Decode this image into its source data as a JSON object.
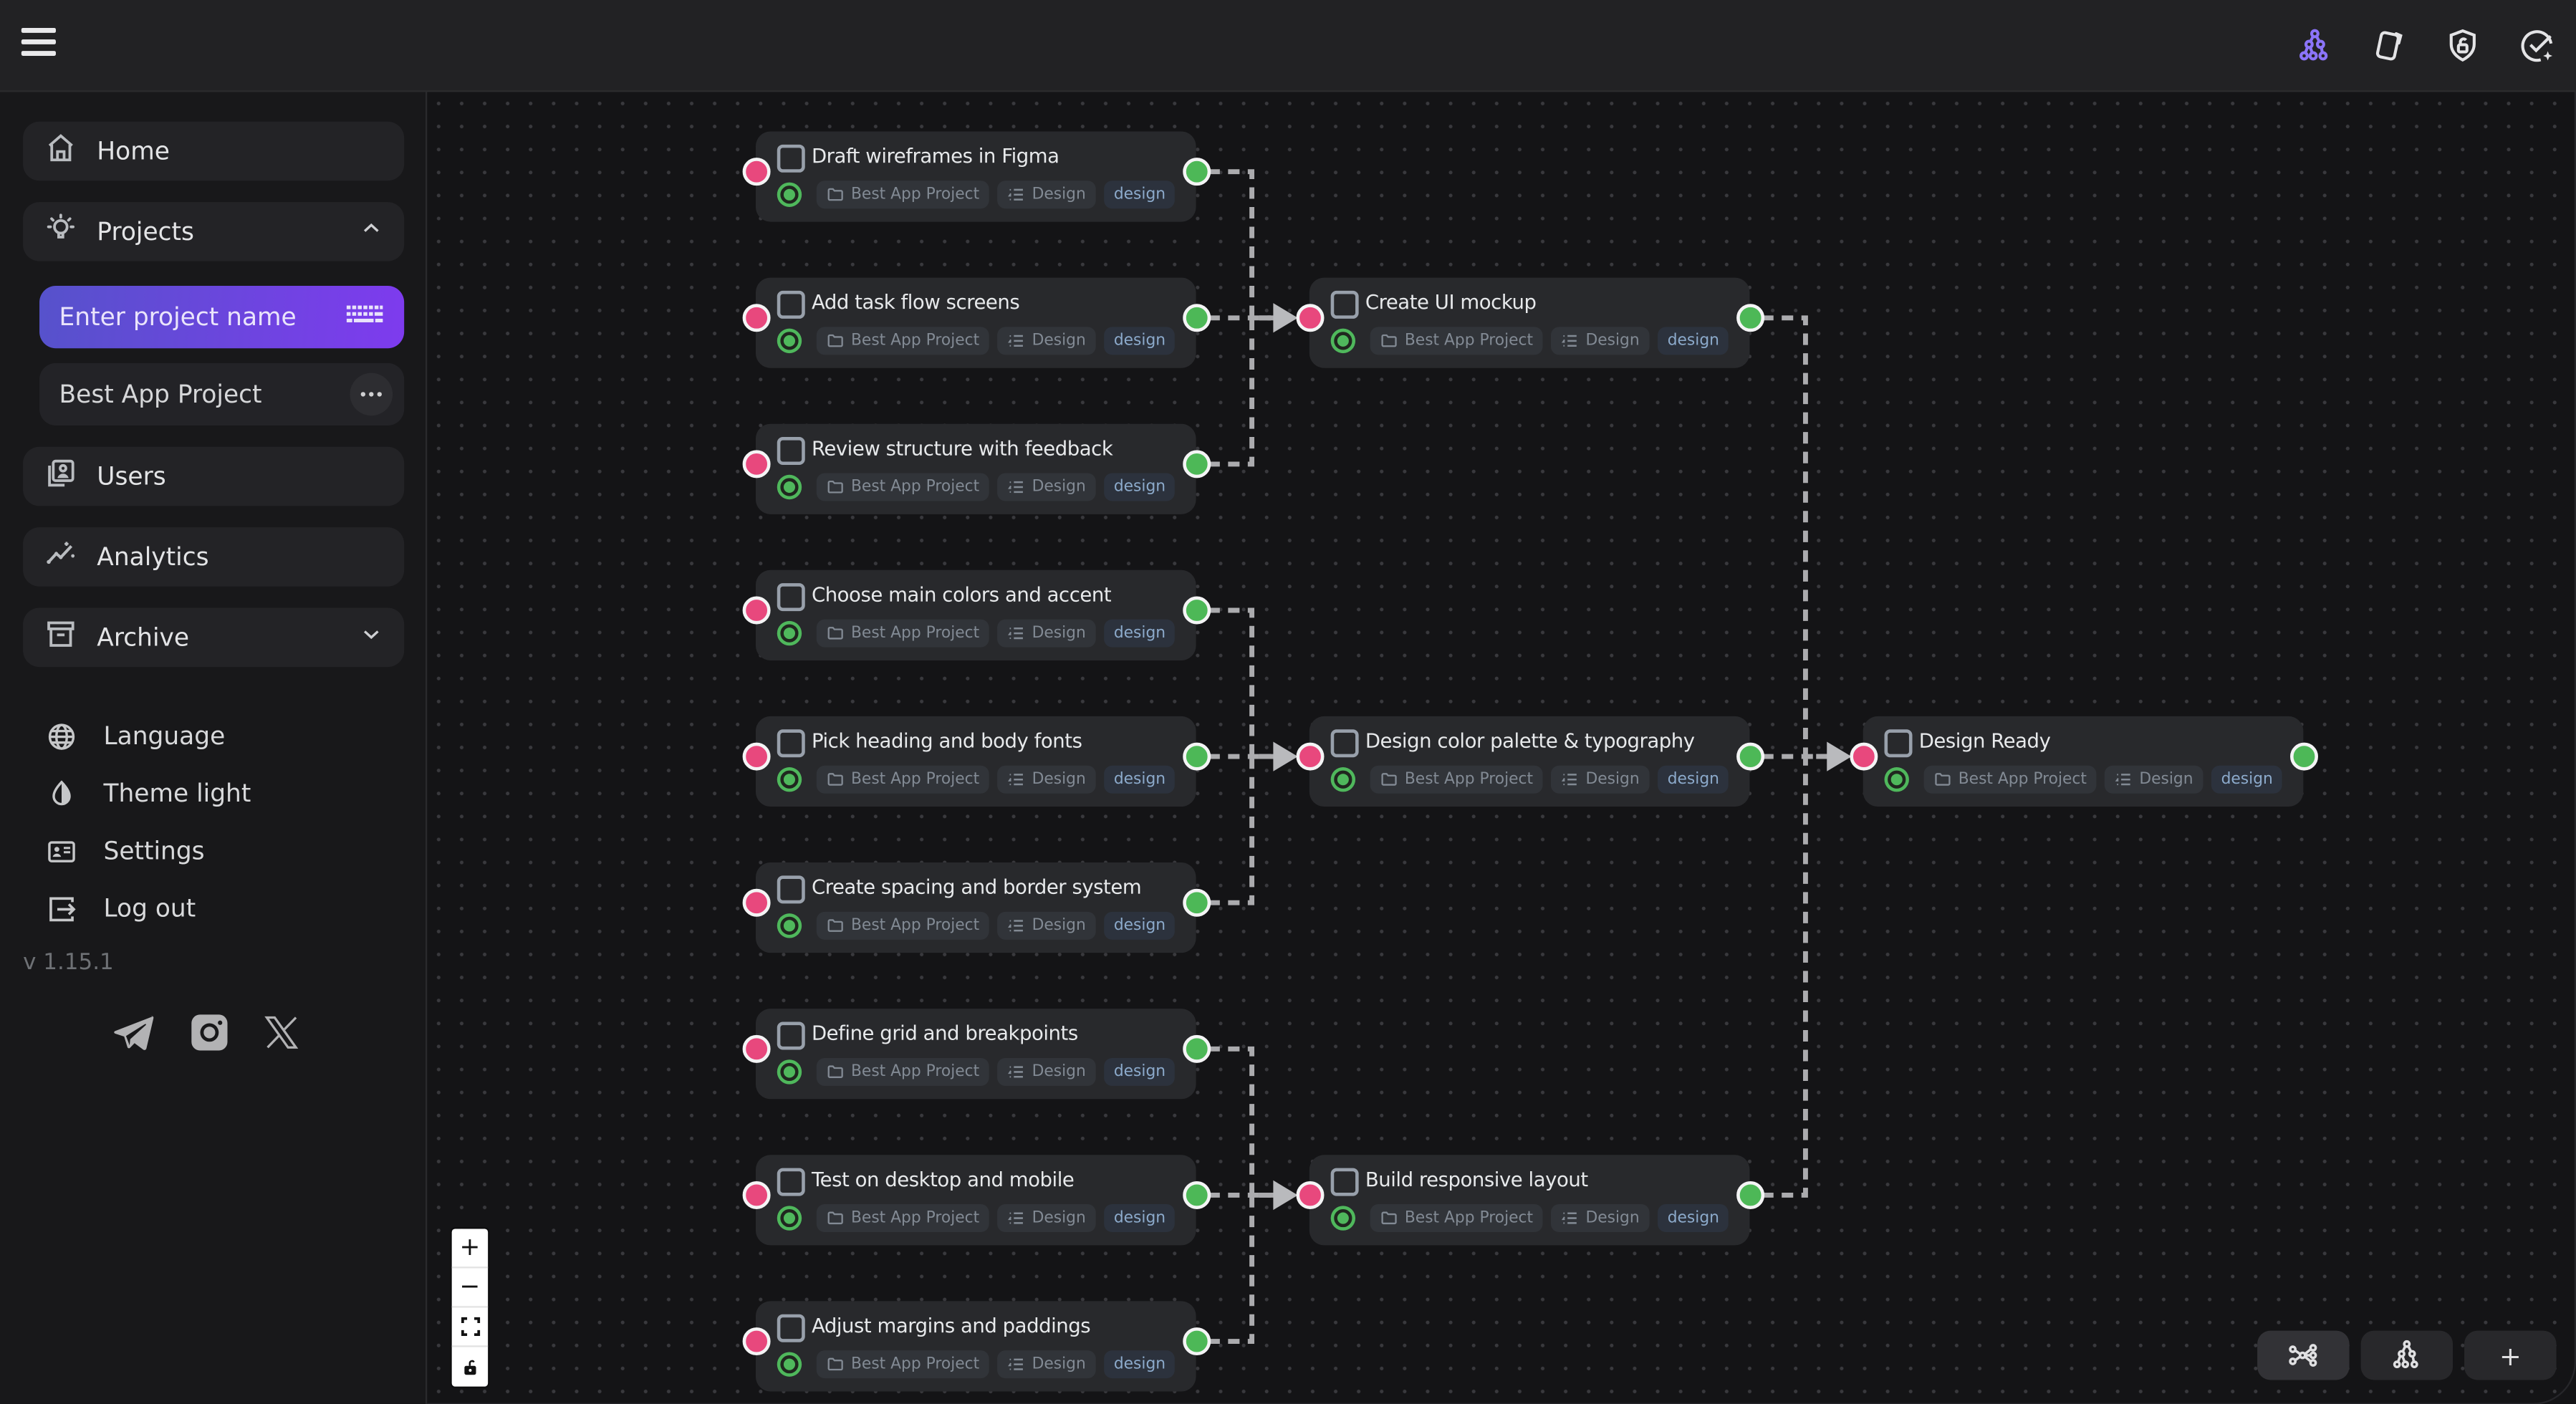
{
  "topbar": {
    "menu_icon": "hamburger-icon",
    "actions": [
      {
        "name": "graph-view-icon",
        "active": true
      },
      {
        "name": "cards-view-icon",
        "active": false
      },
      {
        "name": "security-shield-icon",
        "active": false
      },
      {
        "name": "tasks-check-icon",
        "active": false
      }
    ]
  },
  "sidebar": {
    "items": [
      {
        "label": "Home",
        "icon": "home-icon"
      },
      {
        "label": "Projects",
        "icon": "idea-icon",
        "chevron": "up"
      },
      {
        "label": "Users",
        "icon": "users-card-icon"
      },
      {
        "label": "Analytics",
        "icon": "analytics-icon"
      },
      {
        "label": "Archive",
        "icon": "archive-icon",
        "chevron": "down"
      }
    ],
    "project_name_input": {
      "label": "Enter project name",
      "icon": "keyboard-icon"
    },
    "project_item": {
      "label": "Best App Project",
      "menu_icon": "ellipsis-icon"
    },
    "footer_items": [
      {
        "label": "Language",
        "icon": "globe-icon"
      },
      {
        "label": "Theme light",
        "icon": "contrast-icon"
      },
      {
        "label": "Settings",
        "icon": "settings-card-icon"
      },
      {
        "label": "Log out",
        "icon": "logout-icon"
      }
    ],
    "version": "v 1.15.1",
    "social_icons": [
      "telegram-icon",
      "instagram-icon",
      "x-icon"
    ]
  },
  "canvas": {
    "zoom_controls": [
      {
        "name": "zoom-in",
        "glyph": "+"
      },
      {
        "name": "zoom-out",
        "glyph": "−"
      },
      {
        "name": "fit-view",
        "glyph": ""
      },
      {
        "name": "unlock",
        "glyph": ""
      }
    ],
    "layout_toolbar": [
      {
        "name": "layout-horizontal",
        "active": true,
        "glyph": ""
      },
      {
        "name": "layout-vertical",
        "active": false,
        "glyph": ""
      },
      {
        "name": "add-node",
        "active": false,
        "glyph": "+"
      }
    ],
    "graph": {
      "badge_project": "Best App Project",
      "badge_category": "Design",
      "badge_tag": "design",
      "nodes": [
        {
          "id": "n1",
          "title": "Draft wireframes in Figma",
          "col": 0,
          "row": 0
        },
        {
          "id": "n2",
          "title": "Add task flow screens",
          "col": 0,
          "row": 1
        },
        {
          "id": "n3",
          "title": "Review structure with feedback",
          "col": 0,
          "row": 2
        },
        {
          "id": "n4",
          "title": "Choose main colors and accent",
          "col": 0,
          "row": 3
        },
        {
          "id": "n5",
          "title": "Pick heading and body fonts",
          "col": 0,
          "row": 4
        },
        {
          "id": "n6",
          "title": "Create spacing and border system",
          "col": 0,
          "row": 5
        },
        {
          "id": "n7",
          "title": "Define grid and breakpoints",
          "col": 0,
          "row": 6
        },
        {
          "id": "n8",
          "title": "Test on desktop and mobile",
          "col": 0,
          "row": 7
        },
        {
          "id": "n9",
          "title": "Adjust margins and paddings",
          "col": 0,
          "row": 8
        },
        {
          "id": "m1",
          "title": "Create UI mockup",
          "col": 1,
          "row": 1
        },
        {
          "id": "m2",
          "title": "Design color palette & typography",
          "col": 1,
          "row": 4
        },
        {
          "id": "m3",
          "title": "Build responsive layout",
          "col": 1,
          "row": 7
        },
        {
          "id": "f1",
          "title": "Design Ready",
          "col": 2,
          "row": 4
        }
      ],
      "edges": [
        [
          "n1",
          "m1"
        ],
        [
          "n2",
          "m1"
        ],
        [
          "n3",
          "m1"
        ],
        [
          "n4",
          "m2"
        ],
        [
          "n5",
          "m2"
        ],
        [
          "n6",
          "m2"
        ],
        [
          "n7",
          "m3"
        ],
        [
          "n8",
          "m3"
        ],
        [
          "n9",
          "m3"
        ],
        [
          "m1",
          "f1"
        ],
        [
          "m2",
          "f1"
        ],
        [
          "m3",
          "f1"
        ]
      ]
    }
  },
  "colors": {
    "accent_purple": "#8b74f9",
    "button_gradient_start": "#5652cb",
    "button_gradient_end": "#7e3bee",
    "handle_pink": "#e8487d",
    "handle_green": "#4db857",
    "edge_gray": "#ababae",
    "arrow_gray": "#b9babd",
    "tag_text_blue": "#8caacb"
  }
}
